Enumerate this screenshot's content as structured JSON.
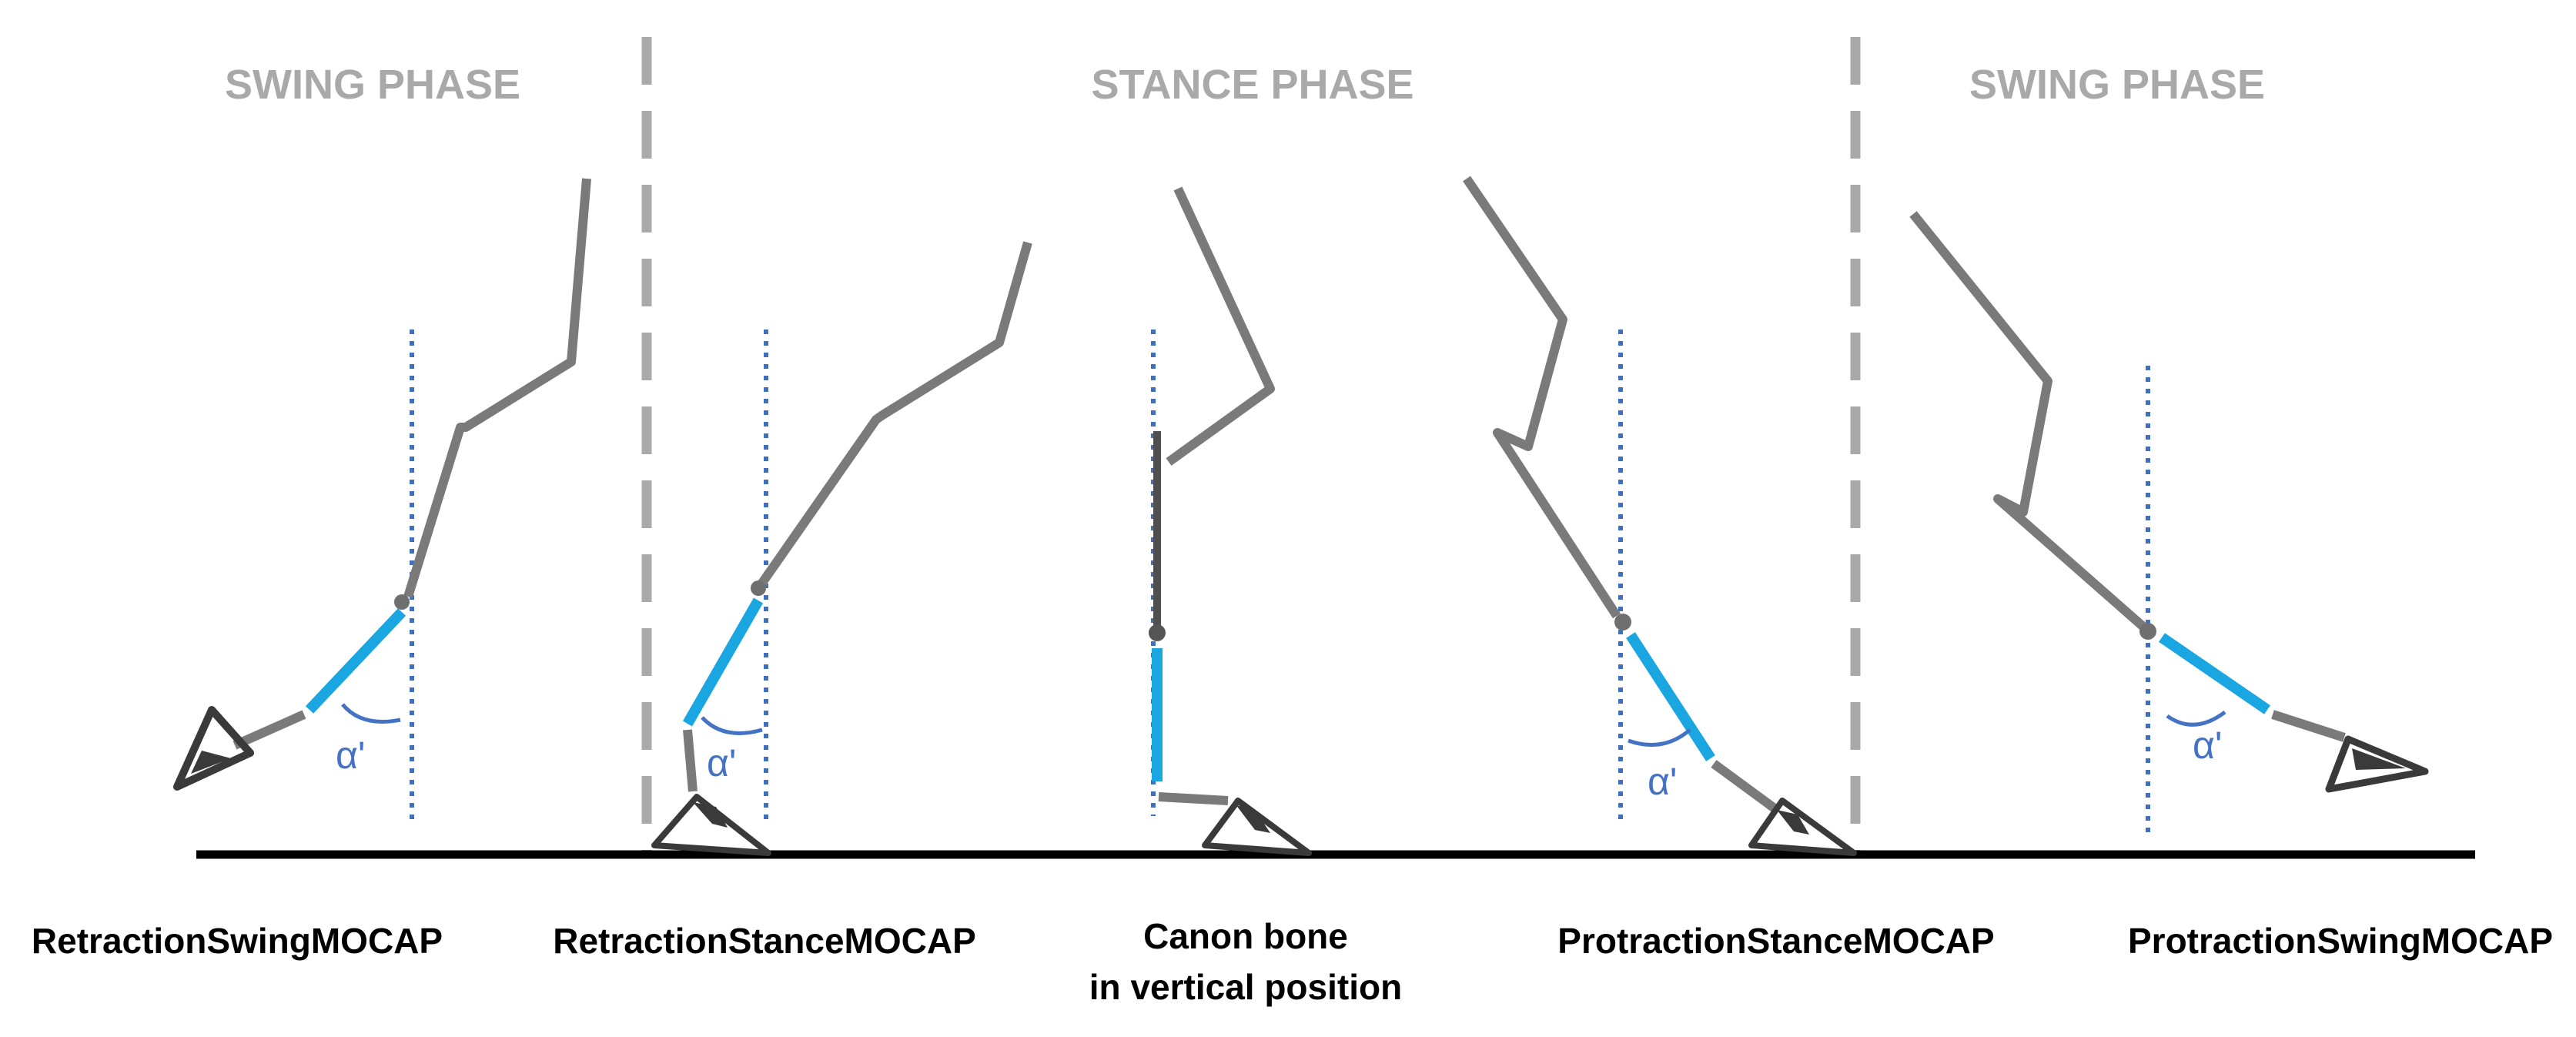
{
  "phases": [
    {
      "label": "SWING PHASE"
    },
    {
      "label": "STANCE PHASE"
    },
    {
      "label": "SWING PHASE"
    }
  ],
  "captions": [
    {
      "line1": "RetractionSwingMOCAP",
      "line2": ""
    },
    {
      "line1": "RetractionStanceMOCAP",
      "line2": ""
    },
    {
      "line1": "Canon bone",
      "line2": "in vertical position"
    },
    {
      "line1": "ProtractionStanceMOCAP",
      "line2": ""
    },
    {
      "line1": "ProtractionSwingMOCAP",
      "line2": ""
    }
  ],
  "angle_label": "α'",
  "colors": {
    "limb": "#7a7a7a",
    "canon_bone": "#1aa6e0",
    "vertical_reference": "#3f6fc0",
    "angle": "#4472c4",
    "phase_divider": "#a9a9a9",
    "ground": "#000000",
    "phase_text": "#a9a9a9",
    "caption_text": "#000000"
  }
}
